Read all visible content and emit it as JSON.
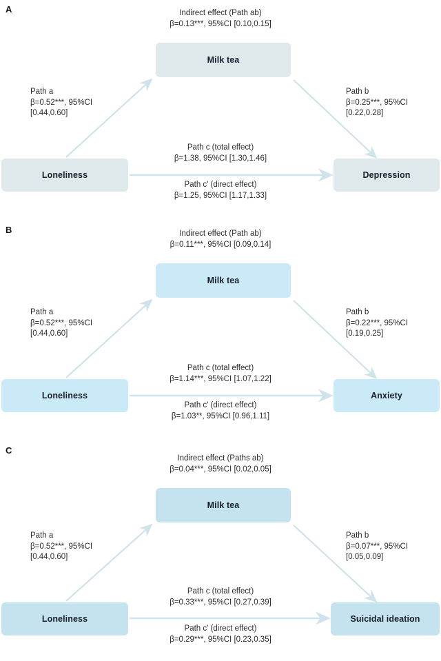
{
  "figure": {
    "type": "mediation-path-diagram",
    "mediator_label": "Milk tea",
    "predictor_label": "Loneliness",
    "colors": {
      "panel_a_node": "#dfe9ec",
      "panel_b_node": "#caeaf7",
      "panel_c_node": "#c5e3ef",
      "arrow": "#cfe3ea",
      "text": "#2b2b2b",
      "background": "#ffffff"
    }
  },
  "panels": [
    {
      "letter": "A",
      "outcome": "Depression",
      "mediator": "Milk tea",
      "predictor": "Loneliness",
      "indirect_title": "Indirect effect (Path ab)",
      "indirect_value": "β=0.13***, 95%CI [0.10,0.15]",
      "path_a_title": "Path a",
      "path_a_line1": "β=0.52***, 95%CI",
      "path_a_line2": "[0.44,0.60]",
      "path_b_title": "Path b",
      "path_b_line1": "β=0.25***, 95%CI",
      "path_b_line2": "[0.22,0.28]",
      "path_c_title": "Path c (total effect)",
      "path_c_value": "β=1.38, 95%CI [1.30,1.46]",
      "path_cp_title": "Path c' (direct effect)",
      "path_cp_value": "β=1.25, 95%CI [1.17,1.33]"
    },
    {
      "letter": "B",
      "outcome": "Anxiety",
      "mediator": "Milk tea",
      "predictor": "Loneliness",
      "indirect_title": "Indirect effect (Path ab)",
      "indirect_value": "β=0.11***, 95%CI [0.09,0.14]",
      "path_a_title": "Path a",
      "path_a_line1": "β=0.52***, 95%CI",
      "path_a_line2": "[0.44,0.60]",
      "path_b_title": "Path b",
      "path_b_line1": "β=0.22***, 95%CI",
      "path_b_line2": "[0.19,0.25]",
      "path_c_title": "Path c (total effect)",
      "path_c_value": "β=1.14***, 95%CI [1.07,1.22]",
      "path_cp_title": "Path c' (direct effect)",
      "path_cp_value": "β=1.03**, 95%CI [0.96,1.11]"
    },
    {
      "letter": "C",
      "outcome": "Suicidal ideation",
      "mediator": "Milk tea",
      "predictor": "Loneliness",
      "indirect_title": "Indirect effect (Paths ab)",
      "indirect_value": "β=0.04***, 95%CI [0.02,0.05]",
      "path_a_title": "Path a",
      "path_a_line1": "β=0.52***, 95%CI",
      "path_a_line2": "[0.44,0.60]",
      "path_b_title": "Path b",
      "path_b_line1": "β=0.07***, 95%CI",
      "path_b_line2": "[0.05,0.09]",
      "path_c_title": "Path c (total effect)",
      "path_c_value": "β=0.33***, 95%CI [0.27,0.39]",
      "path_cp_title": "Path c' (direct effect)",
      "path_cp_value": "β=0.29***, 95%CI [0.23,0.35]"
    }
  ]
}
